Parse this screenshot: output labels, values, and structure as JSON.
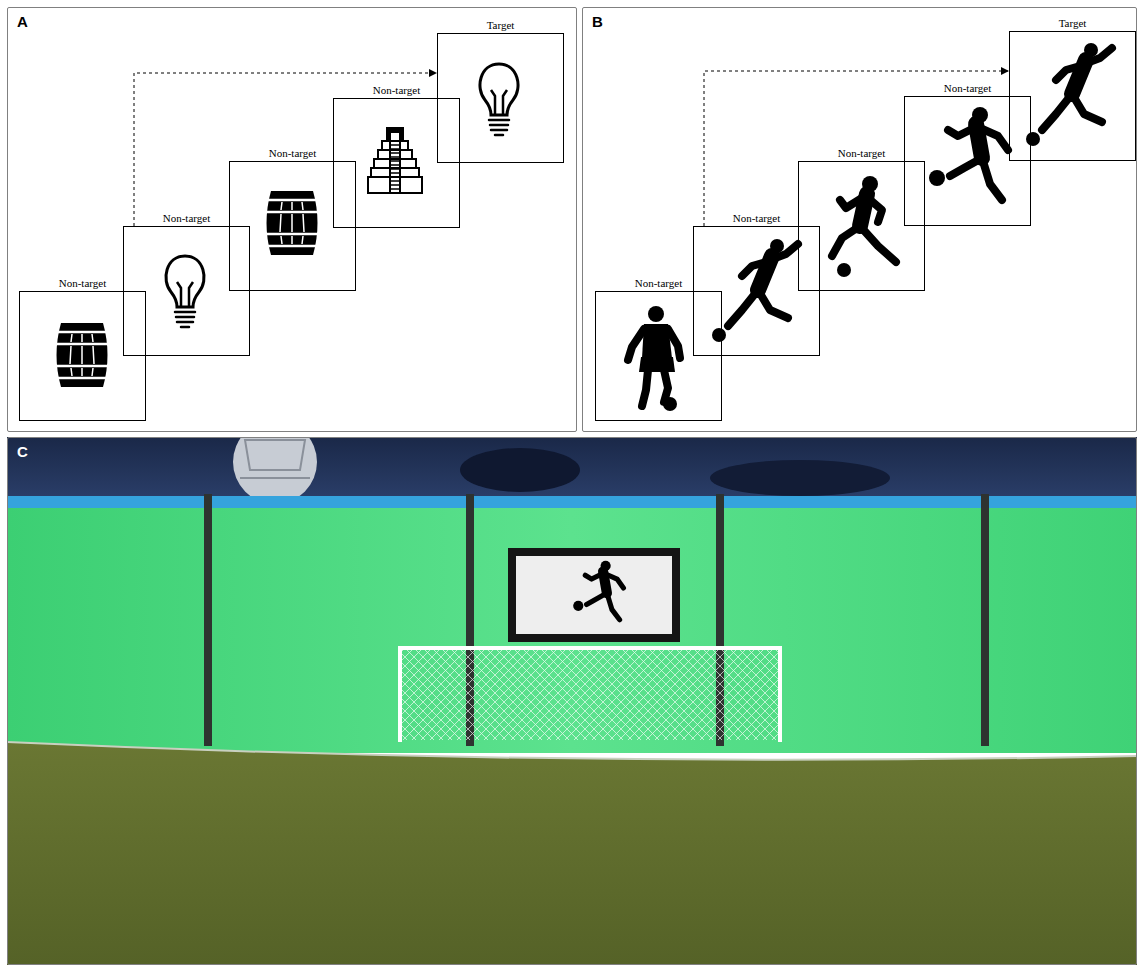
{
  "diagram": {
    "nodes": [
      {
        "text": [
          "A"
        ]
      },
      {
        "text": [
          "Non-target"
        ],
        "in": 0
      },
      {
        "text": [
          "Non-target"
        ],
        "in": 0
      },
      {
        "text": [
          "Non-target"
        ],
        "in": 0
      },
      {
        "text": [
          "Non-target"
        ],
        "in": 0
      },
      {
        "text": [
          "Target"
        ],
        "in": 0
      },
      {
        "text": [
          "B"
        ]
      },
      {
        "text": [
          "Non-target"
        ],
        "in": 6
      },
      {
        "text": [
          "Non-target"
        ],
        "in": 6
      },
      {
        "text": [
          "Non-target"
        ],
        "in": 6
      },
      {
        "text": [
          "Non-target"
        ],
        "in": 6
      },
      {
        "text": [
          "Target"
        ],
        "in": 6
      },
      {
        "text": [
          "C"
        ]
      }
    ],
    "edges": [
      {
        "from": 2,
        "to": 5,
        "arrow": "to"
      },
      {
        "from": 8,
        "to": 11,
        "arrow": "to"
      }
    ]
  }
}
